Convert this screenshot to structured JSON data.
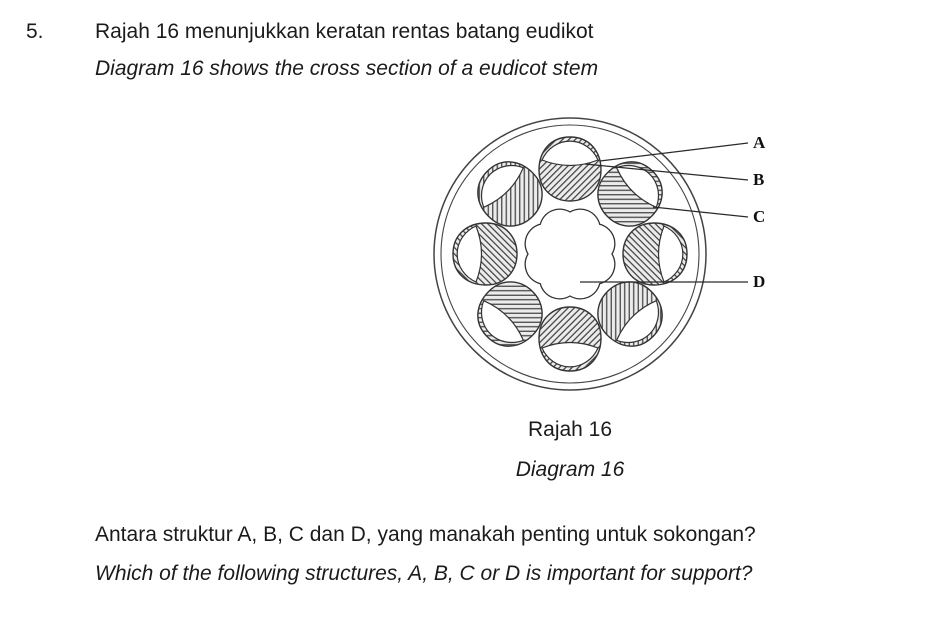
{
  "question": {
    "number": "5.",
    "stem_ms": "Rajah 16 menunjukkan keratan rentas batang eudikot",
    "stem_en": "Diagram 16 shows the cross section of a eudicot stem",
    "prompt_ms": "Antara struktur A, B, C dan D, yang manakah penting untuk sokongan?",
    "prompt_en": "Which of the following structures, A, B, C or D is important for support?"
  },
  "diagram": {
    "caption_ms": "Rajah 16",
    "caption_en": "Diagram 16",
    "labels": {
      "a": "A",
      "b": "B",
      "c": "C",
      "d": "D"
    }
  }
}
